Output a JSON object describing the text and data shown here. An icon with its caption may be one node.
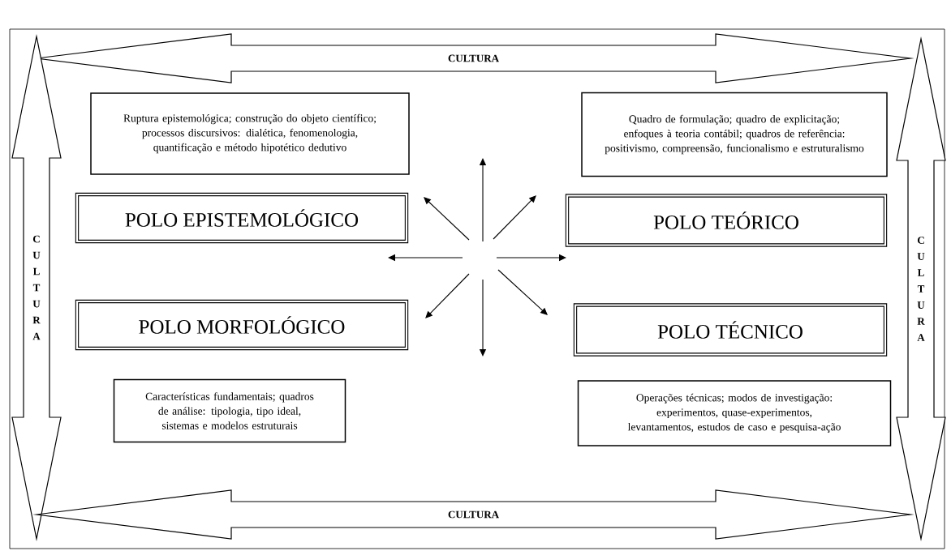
{
  "diagram": {
    "nodes": [
      {
        "text": [
          "CULTURA"
        ]
      },
      {
        "text": [
          "CULTURA"
        ]
      },
      {
        "text": [
          "Ruptura epistemológica; construção do objeto científico; processos discursivos: dialética, fenomenologia, quantificação e método hipotético dedutivo"
        ]
      },
      {
        "text": [
          "Quadro de formulação; quadro de explicitação; enfoques à teoria contábil; quadros de referência: positivismo, compreensão, funcionalismo e estruturalismo"
        ]
      },
      {
        "text": [
          "CULTURA"
        ]
      },
      {
        "text": [
          "POLO EPISTEMOLÓGICO"
        ]
      },
      {
        "text": [
          "POLO TEÓRICO"
        ]
      },
      {
        "text": [
          "POLO MORFOLÓGICO"
        ]
      },
      {
        "text": [
          "POLO TÉCNICO"
        ]
      },
      {
        "text": [
          "Características fundamentais; quadros de análise: tipologia, tipo ideal, sistemas e modelos estruturais"
        ]
      },
      {
        "text": [
          "Operações técnicas; modos de investigação: experimentos, quase-experimentos, levantamentos, estudos de caso e pesquisa-ação"
        ]
      },
      {
        "text": [
          "CULTURA"
        ]
      }
    ]
  }
}
